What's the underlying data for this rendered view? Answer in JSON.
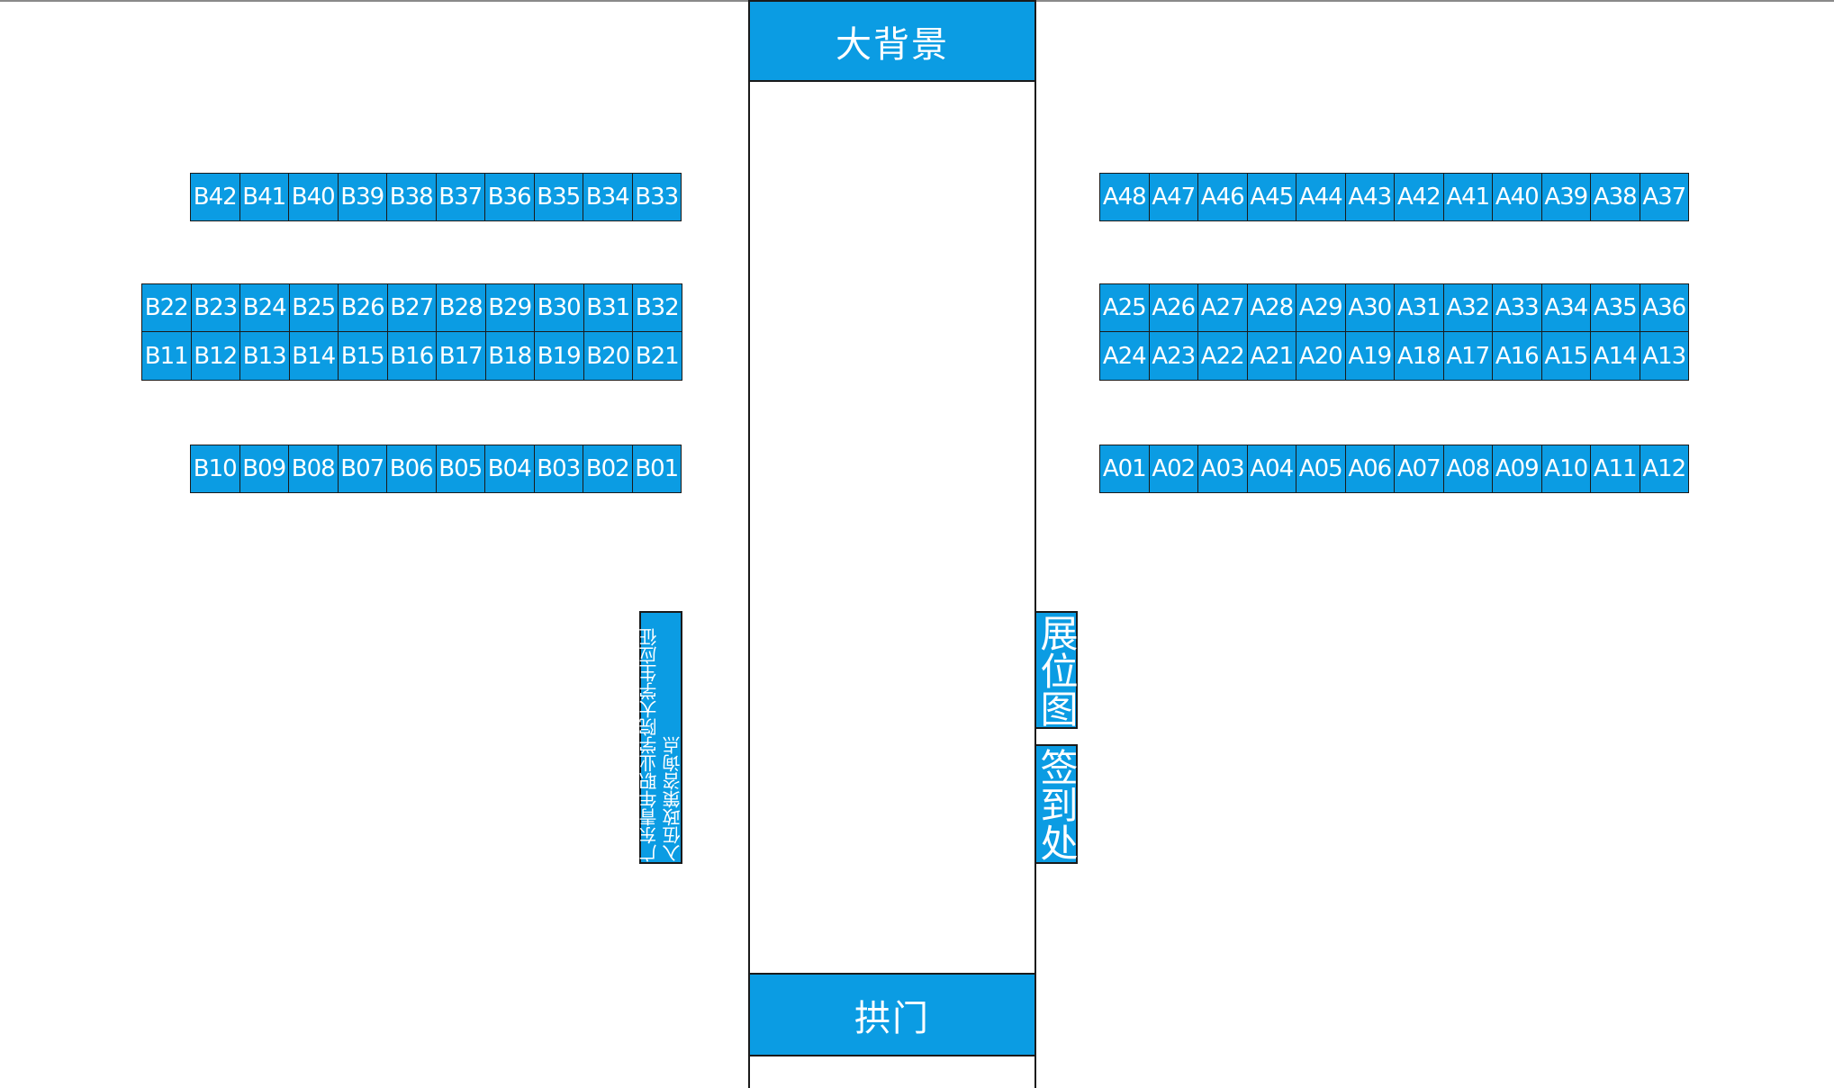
{
  "colors": {
    "booth": "#0b9ce3",
    "border": "#1a1a1a",
    "text": "#ffffff"
  },
  "center": {
    "top_label": "大背景",
    "bottom_label": "拱门"
  },
  "side_labels": {
    "consult": "广东青年职业学院大学生应征入伍政策咨询点",
    "booth_map": "展位图",
    "checkin": "签到处"
  },
  "rows": {
    "b_top": [
      "B42",
      "B41",
      "B40",
      "B39",
      "B38",
      "B37",
      "B36",
      "B35",
      "B34",
      "B33"
    ],
    "b_mid1": [
      "B22",
      "B23",
      "B24",
      "B25",
      "B26",
      "B27",
      "B28",
      "B29",
      "B30",
      "B31",
      "B32"
    ],
    "b_mid2": [
      "B11",
      "B12",
      "B13",
      "B14",
      "B15",
      "B16",
      "B17",
      "B18",
      "B19",
      "B20",
      "B21"
    ],
    "b_bottom": [
      "B10",
      "B09",
      "B08",
      "B07",
      "B06",
      "B05",
      "B04",
      "B03",
      "B02",
      "B01"
    ],
    "a_top": [
      "A48",
      "A47",
      "A46",
      "A45",
      "A44",
      "A43",
      "A42",
      "A41",
      "A40",
      "A39",
      "A38",
      "A37"
    ],
    "a_mid1": [
      "A25",
      "A26",
      "A27",
      "A28",
      "A29",
      "A30",
      "A31",
      "A32",
      "A33",
      "A34",
      "A35",
      "A36"
    ],
    "a_mid2": [
      "A24",
      "A23",
      "A22",
      "A21",
      "A20",
      "A19",
      "A18",
      "A17",
      "A16",
      "A15",
      "A14",
      "A13"
    ],
    "a_bottom": [
      "A01",
      "A02",
      "A03",
      "A04",
      "A05",
      "A06",
      "A07",
      "A08",
      "A09",
      "A10",
      "A11",
      "A12"
    ]
  }
}
